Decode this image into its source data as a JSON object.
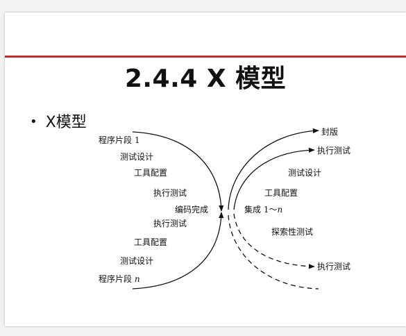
{
  "slide": {
    "title": "2.4.4  X 模型",
    "bullet": "X模型"
  },
  "diagram": {
    "left": {
      "top_fragment": "程序片段 1",
      "top_labels": [
        "测试设计",
        "工具配置",
        "执行测试"
      ],
      "center": "编码完成",
      "bottom_labels": [
        "执行测试",
        "工具配置",
        "测试设计"
      ],
      "bottom_fragment_prefix": "程序片段 ",
      "bottom_fragment_n": "n"
    },
    "right": {
      "seal": "封版",
      "exec_top": "执行测试",
      "design": "测试设计",
      "tools": "工具配置",
      "integrate_prefix": "集成 1～",
      "integrate_n": "n",
      "exploratory": "探索性测试",
      "exec_bottom": "执行测试"
    }
  },
  "colors": {
    "accent_rule": "#cc2a2a",
    "ink": "#111111",
    "page_bg": "#f2f2f2"
  }
}
